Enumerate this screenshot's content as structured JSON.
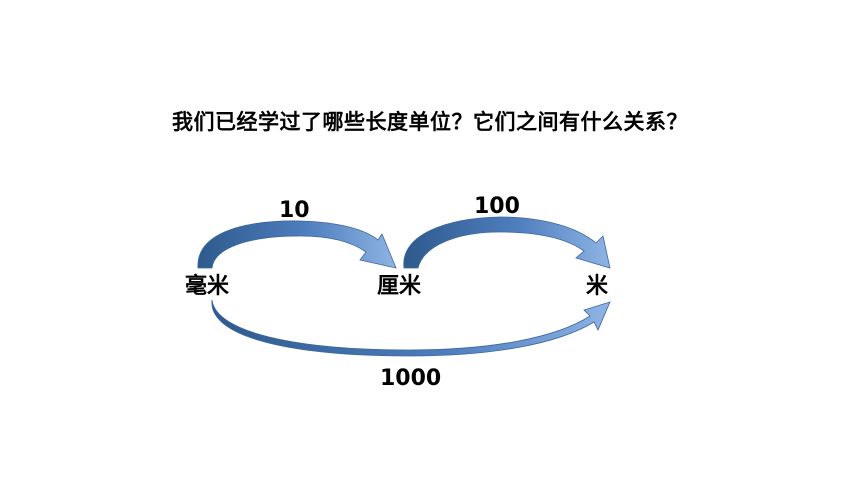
{
  "question": "我们已经学过了哪些长度单位？它们之间有什么关系？",
  "units": {
    "mm": "毫米",
    "cm": "厘米",
    "m": "米"
  },
  "ratios": {
    "mm_to_cm": "10",
    "cm_to_m": "100",
    "mm_to_m": "1000"
  },
  "colors": {
    "arrow_dark": "#2E5A8C",
    "arrow_light": "#7FA8DA",
    "text": "#000000"
  },
  "icons": {
    "arrow": "curved-arrow-icon"
  }
}
